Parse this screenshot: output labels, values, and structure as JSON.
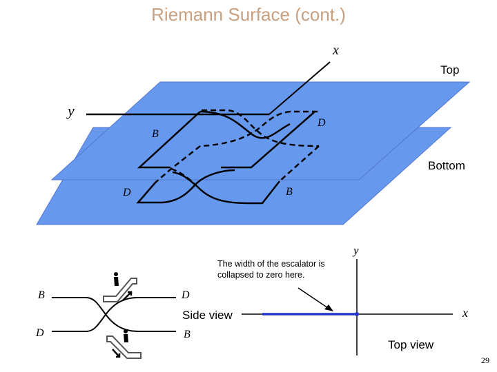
{
  "slide": {
    "title": "Riemann Surface (cont.)",
    "page_number": "29"
  },
  "sheet_diagram": {
    "top_label": "Top",
    "bottom_label": "Bottom",
    "axis_x": "x",
    "axis_y": "y",
    "top_sheet_labels": {
      "b": "B",
      "d": "D"
    },
    "bottom_sheet_labels": {
      "d": "D",
      "b": "B"
    },
    "sheet_color": "#6699ee"
  },
  "side_view": {
    "left_top": "B",
    "left_bottom": "D",
    "right_top": "D",
    "right_bottom": "B",
    "caption": "Side view"
  },
  "top_view": {
    "axis_y": "y",
    "axis_x": "x",
    "caption": "Top view",
    "segment_color": "#2233cc"
  },
  "note": {
    "line1": "The width of the escalator is",
    "line2": "collapsed to zero here."
  },
  "icons": [
    "escalator-up-icon",
    "escalator-down-icon"
  ]
}
